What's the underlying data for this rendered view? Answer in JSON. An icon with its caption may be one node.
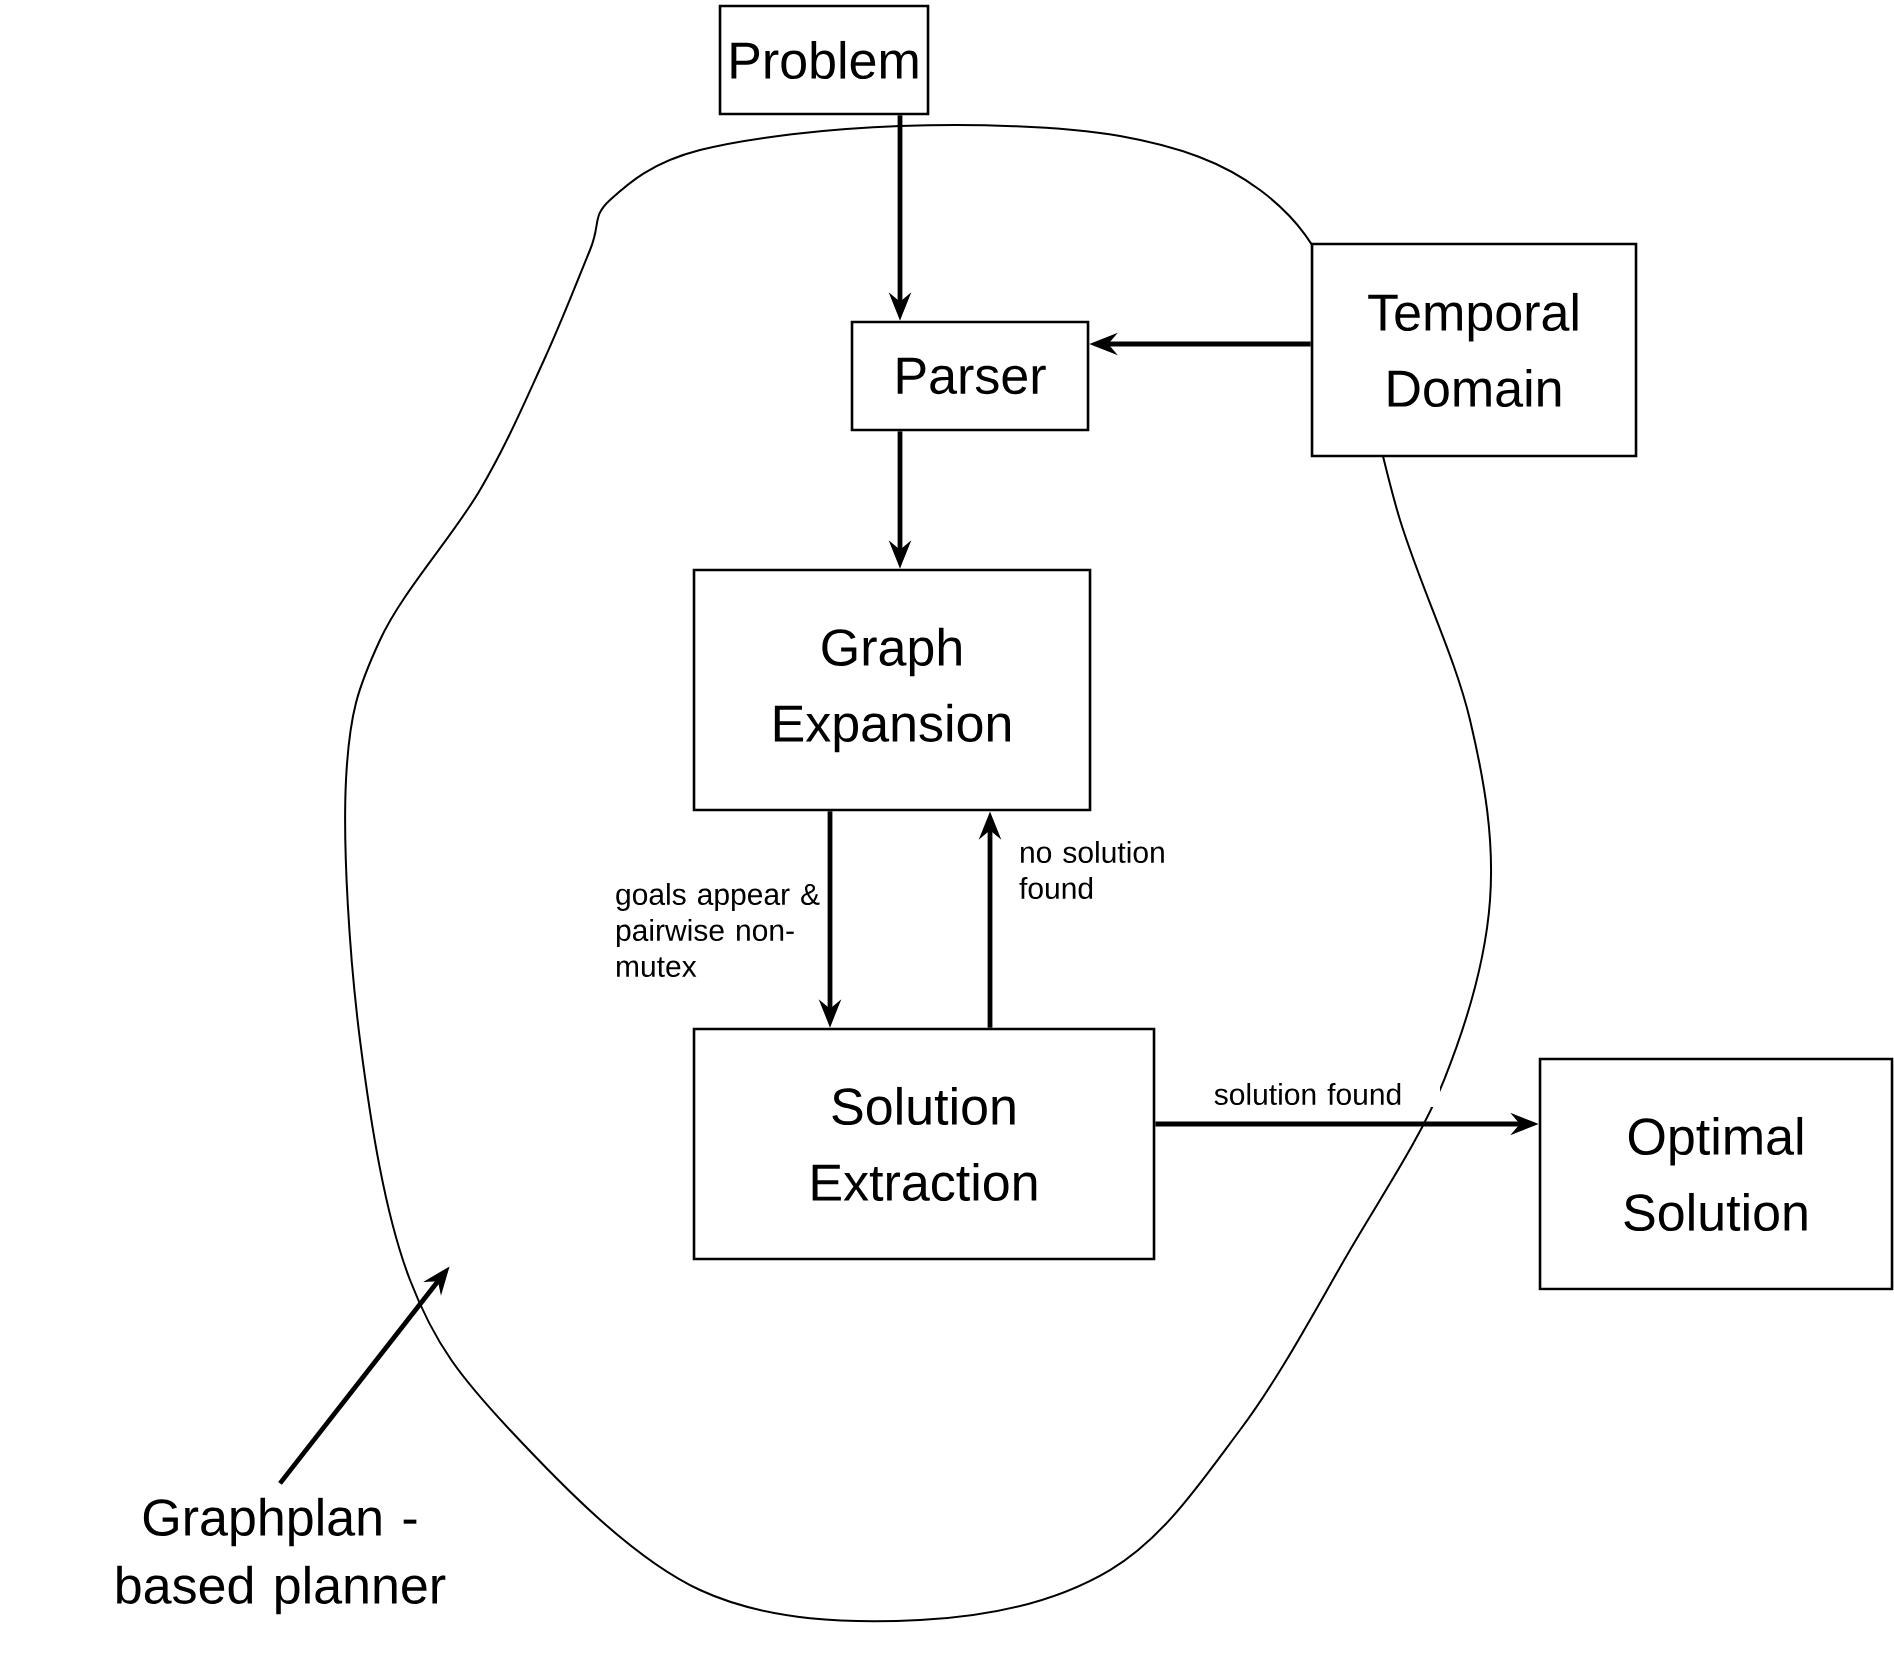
{
  "diagram": {
    "nodes": [
      {
        "text": [
          "Problem"
        ]
      },
      {
        "text": [],
        "shape": "cloud"
      },
      {
        "text": [
          "Parser"
        ],
        "in": 1
      },
      {
        "text": [
          "Temporal Domain"
        ]
      },
      {
        "text": [
          "Graph Expansion"
        ],
        "in": 1
      },
      {
        "text": [
          "Solution Extraction"
        ],
        "in": 1
      },
      {
        "text": [
          "Optimal Solution"
        ]
      },
      {
        "text": [
          "Graphplan -based planner"
        ]
      }
    ],
    "edges": [
      {
        "from": 0,
        "to": 2,
        "arrow": "to"
      },
      {
        "from": 3,
        "to": 2,
        "arrow": "to"
      },
      {
        "from": 2,
        "to": 4,
        "arrow": "to"
      },
      {
        "from": 4,
        "to": 5,
        "arrow": "to",
        "label": "goals appear & pairwise non-mutex"
      },
      {
        "from": 5,
        "to": 4,
        "arrow": "to",
        "label": "no solution found"
      },
      {
        "from": 5,
        "to": 6,
        "arrow": "to",
        "label": "solution found"
      },
      {
        "from": 7,
        "to": 1,
        "arrow": "to"
      }
    ]
  }
}
